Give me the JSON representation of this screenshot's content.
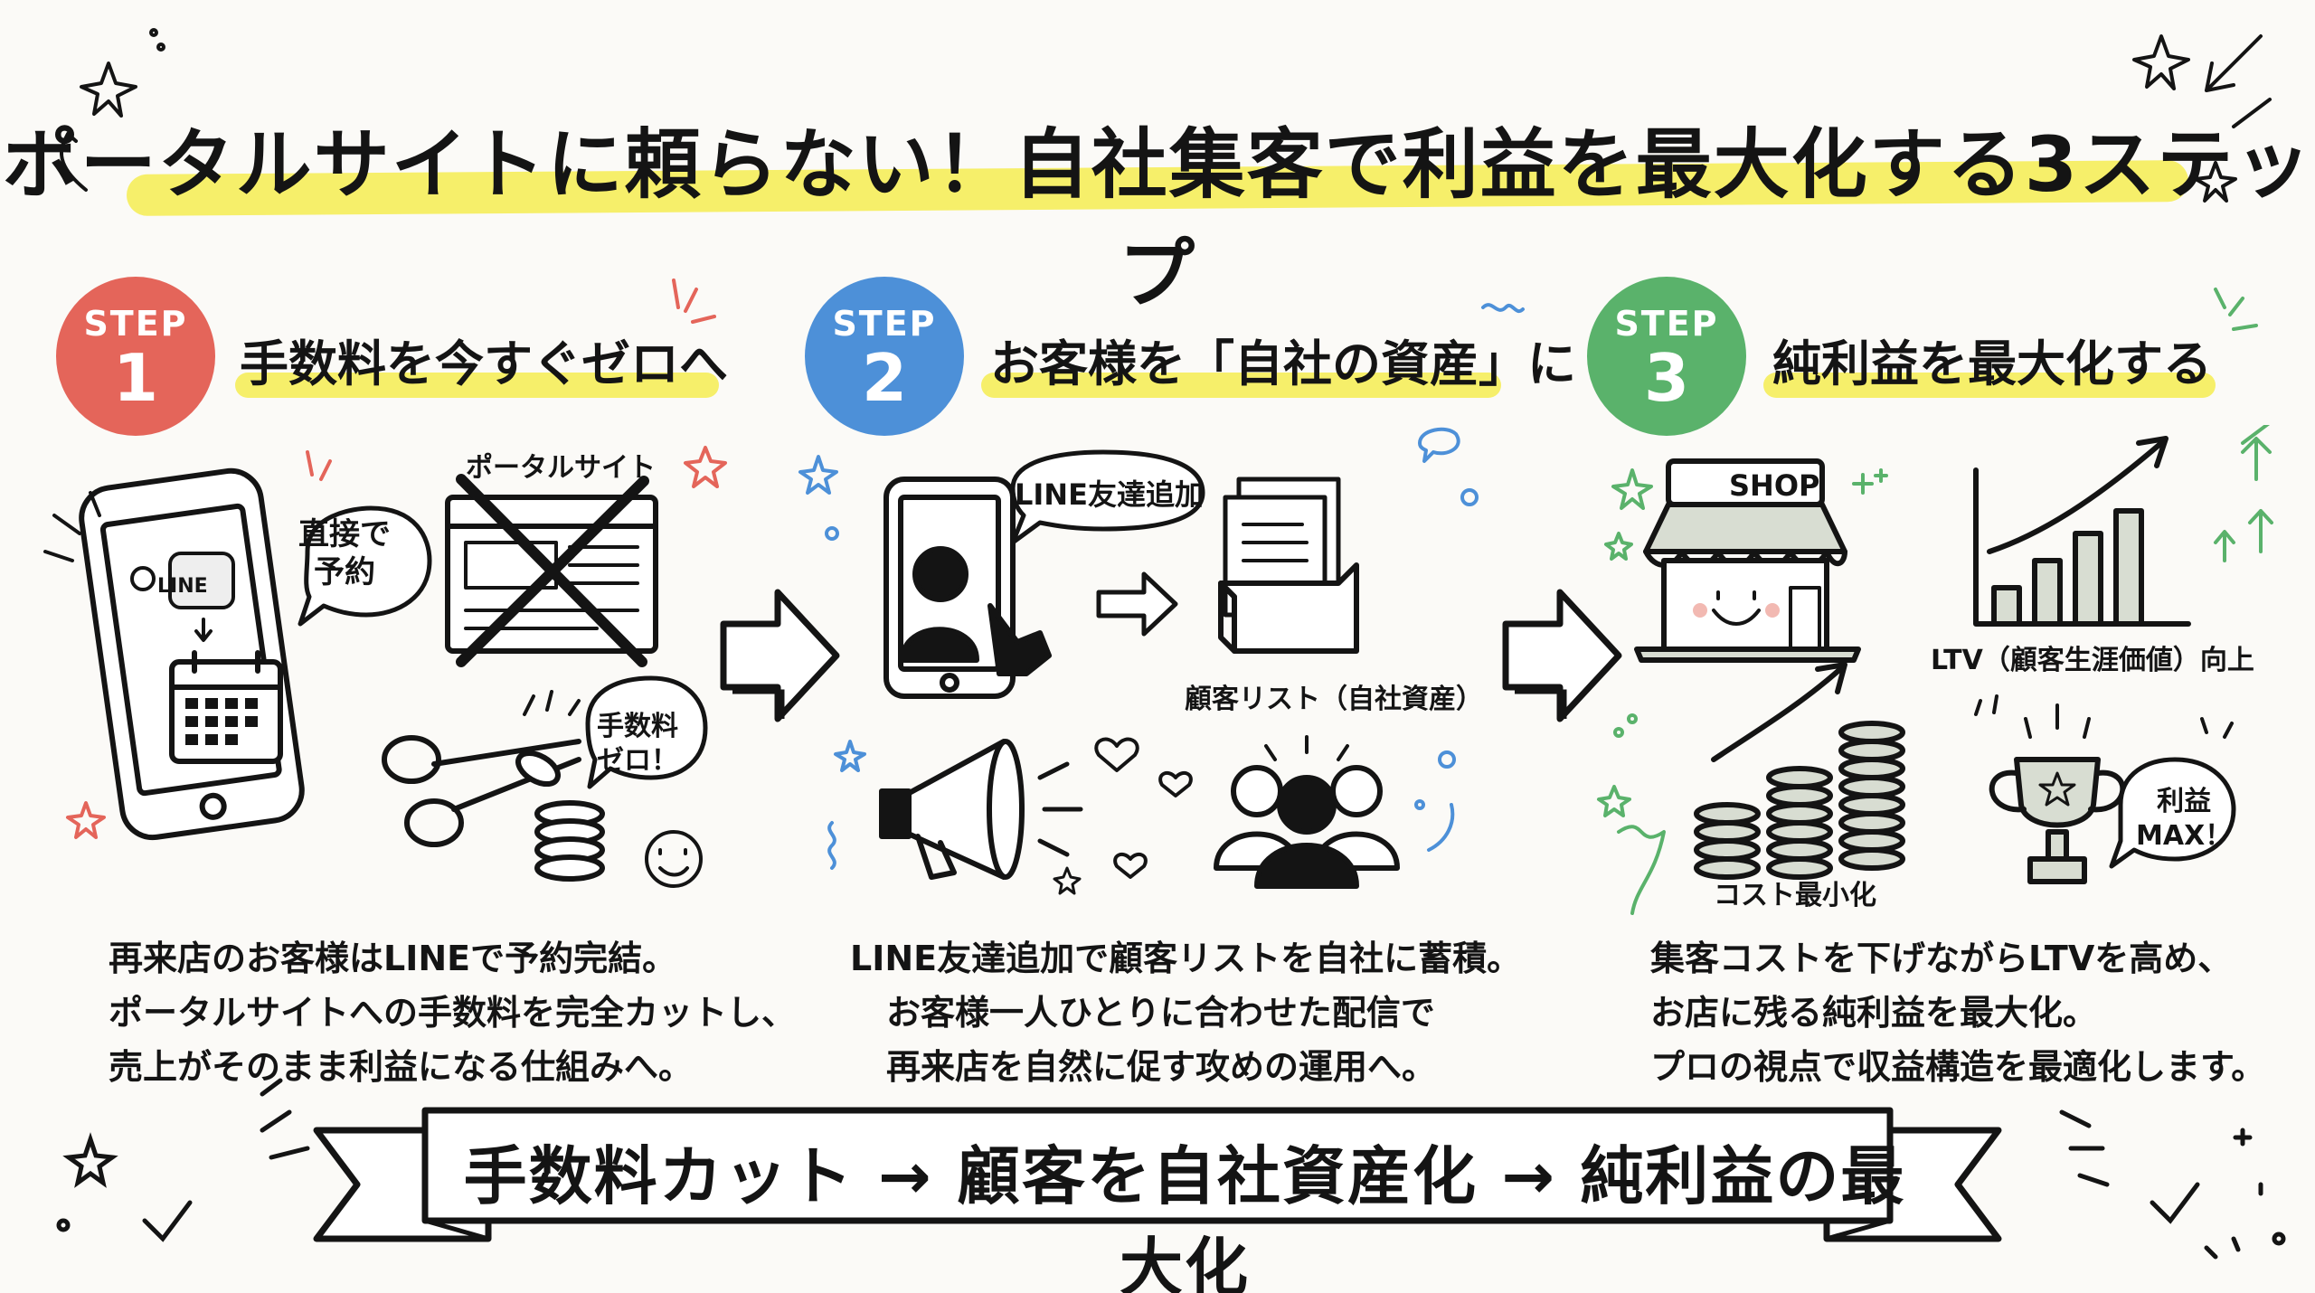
{
  "title": "ポータルサイトに頼らない！自社集客で利益を最大化する3ステップ",
  "steps": [
    {
      "badge_step": "STEP",
      "badge_num": "1",
      "heading": "手数料を今すぐゼロへ",
      "color": "#e4655a",
      "labels": {
        "line_icon": "LINE",
        "bubble_line1": "直接で",
        "bubble_line2": "予約",
        "portal": "ポータルサイト",
        "zero_line1": "手数料",
        "zero_line2": "ゼロ！"
      },
      "desc": [
        "再来店のお客様はLINEで予約完結。",
        "ポータルサイトへの手数料を完全カットし、",
        "売上がそのまま利益になる仕組みへ。"
      ]
    },
    {
      "badge_step": "STEP",
      "badge_num": "2",
      "heading": "お客様を「自社の資産」に",
      "color": "#4d90d8",
      "labels": {
        "bubble": "LINE友達追加",
        "list": "顧客リスト（自社資産）"
      },
      "desc": [
        "LINE友達追加で顧客リストを自社に蓄積。",
        "お客様一人ひとりに合わせた配信で",
        "再来店を自然に促す攻めの運用へ。"
      ]
    },
    {
      "badge_step": "STEP",
      "badge_num": "3",
      "heading": "純利益を最大化する",
      "color": "#5ab26b",
      "labels": {
        "shop": "SHOP",
        "ltv": "LTV（顧客生涯価値）向上",
        "cost": "コスト最小化",
        "max_line1": "利益",
        "max_line2": "MAX！"
      },
      "desc": [
        "集客コストを下げながらLTVを高め、",
        "お店に残る純利益を最大化。",
        "プロの視点で収益構造を最適化します。"
      ]
    }
  ],
  "banner": "手数料カット → 顧客を自社資産化 → 純利益の最大化",
  "colors": {
    "highlight": "#f6ef6a",
    "ink": "#141414",
    "background": "#fbfaf7"
  }
}
